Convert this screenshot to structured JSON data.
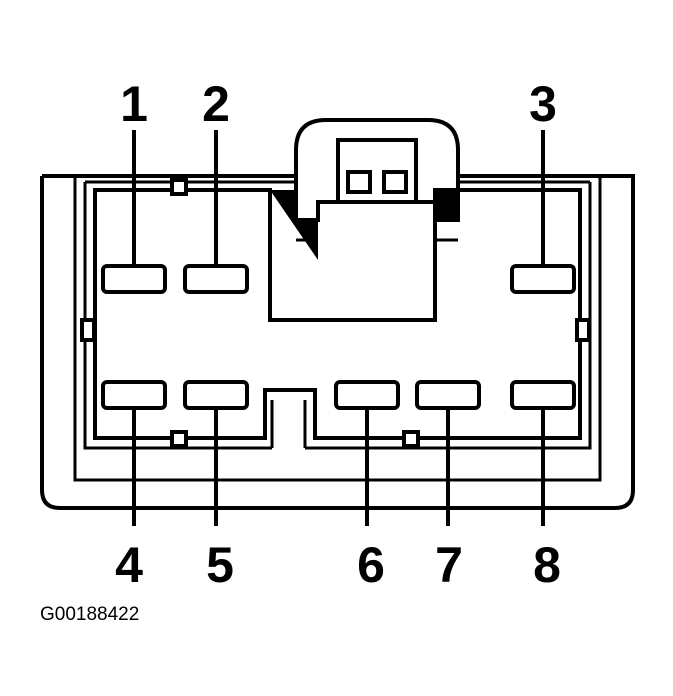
{
  "figure_id": "G00188422",
  "pins": [
    {
      "label": "1"
    },
    {
      "label": "2"
    },
    {
      "label": "3"
    },
    {
      "label": "4"
    },
    {
      "label": "5"
    },
    {
      "label": "6"
    },
    {
      "label": "7"
    },
    {
      "label": "8"
    }
  ]
}
